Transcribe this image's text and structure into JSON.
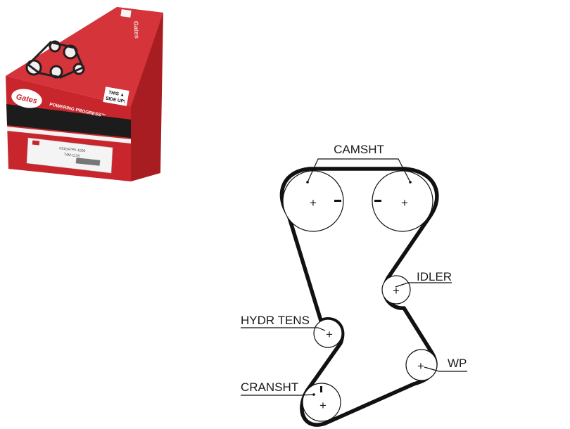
{
  "colors": {
    "box_red_front": "#c8262c",
    "box_red_top": "#d93a3e",
    "box_red_side": "#a81d22",
    "box_black_band": "#1c1c1c",
    "belt": "#111111",
    "paper": "#ffffff"
  },
  "product_box": {
    "brand": "Gates",
    "slogan": "POWERING PROGRESS™",
    "orientation_label_line1": "THIS ▲",
    "orientation_label_line2": "SIDE UP!",
    "label_line1": "K015A7PK-1000",
    "label_line2": "T4M-1178",
    "logo_icon": "gates-logo-icon",
    "belt_image_icon": "belt-drive-illustration-icon"
  },
  "diagram": {
    "labels": {
      "camshaft": "CAMSHT",
      "idler": "IDLER",
      "hydraulic_tensioner": "HYDR TENS",
      "water_pump": "WP",
      "crankshaft": "CRANSHT"
    },
    "symbols": {
      "plus": "+",
      "minus": "-"
    }
  }
}
